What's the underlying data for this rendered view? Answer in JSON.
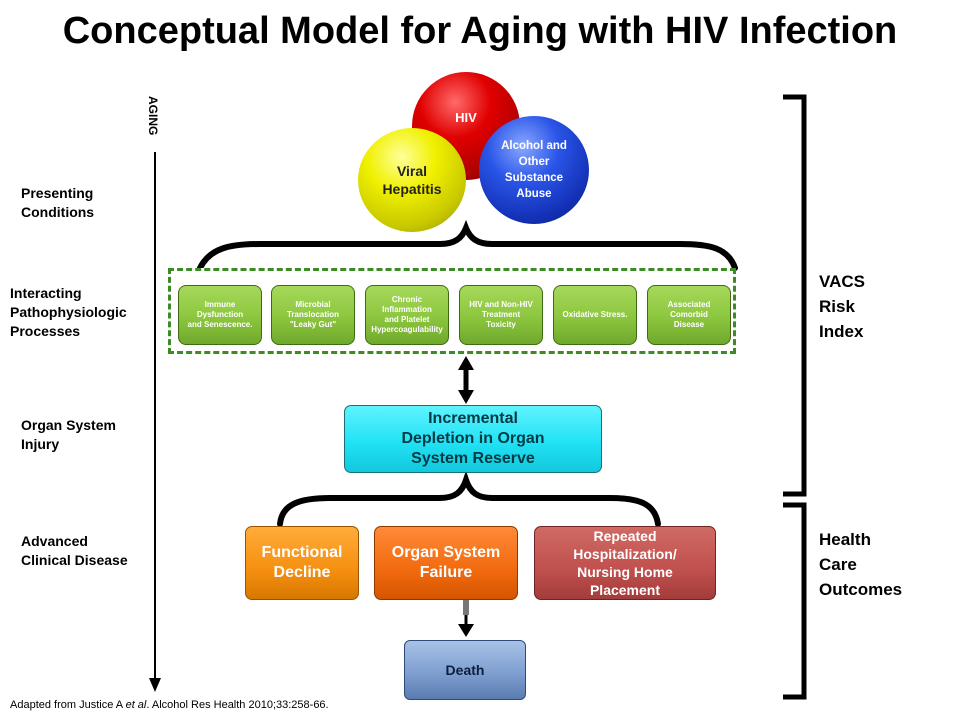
{
  "title": "Conceptual Model for Aging with HIV Infection",
  "aging_label": "AGING",
  "left_labels": {
    "presenting": [
      "Presenting",
      "Conditions"
    ],
    "interacting": [
      "Interacting",
      "Pathophysiologic",
      "Processes"
    ],
    "injury": [
      "Organ System",
      "Injury"
    ],
    "advanced": [
      "Advanced",
      "Clinical Disease"
    ]
  },
  "right_labels": {
    "vacs": [
      "VACS",
      "Risk",
      "Index"
    ],
    "health": [
      "Health",
      "Care",
      "Outcomes"
    ]
  },
  "conditions": {
    "hiv": "HIV",
    "hepatitis": [
      "Viral",
      "Hepatitis"
    ],
    "alcohol": [
      "Alcohol and",
      "Other",
      "Substance",
      "Abuse"
    ]
  },
  "processes": [
    [
      "Immune",
      "Dysfunction",
      "and Senescence."
    ],
    [
      "Microbial",
      "Translocation",
      "\"Leaky Gut\""
    ],
    [
      "Chronic",
      "Inflammation",
      "and Platelet",
      "Hypercoagulability"
    ],
    [
      "HIV and Non-HIV",
      "Treatment",
      "Toxicity"
    ],
    [
      "Oxidative Stress."
    ],
    [
      "Associated",
      "Comorbid",
      "Disease"
    ]
  ],
  "reserve": [
    "Incremental",
    "Depletion in Organ",
    "System Reserve"
  ],
  "outcomes": {
    "functional": [
      "Functional",
      "Decline"
    ],
    "failure": [
      "Organ System",
      "Failure"
    ],
    "hospitalization": [
      "Repeated",
      "Hospitalization/",
      "Nursing Home",
      "Placement"
    ]
  },
  "death": "Death",
  "citation": {
    "prefix": "Adapted from Justice A ",
    "italic": "et al",
    "suffix": ". Alcohol Res Health 2010;33:258-66."
  },
  "colors": {
    "hiv": "#e00000",
    "hepatitis": "#f0f000",
    "alcohol": "#2a55e8",
    "process": "#8cc63e",
    "process_border": "#3c8c24",
    "reserve": "#22e2f5",
    "functional": "#f58f10",
    "failure": "#f26a0e",
    "hospitalization": "#c0504d",
    "death": "#7f9fd0"
  }
}
